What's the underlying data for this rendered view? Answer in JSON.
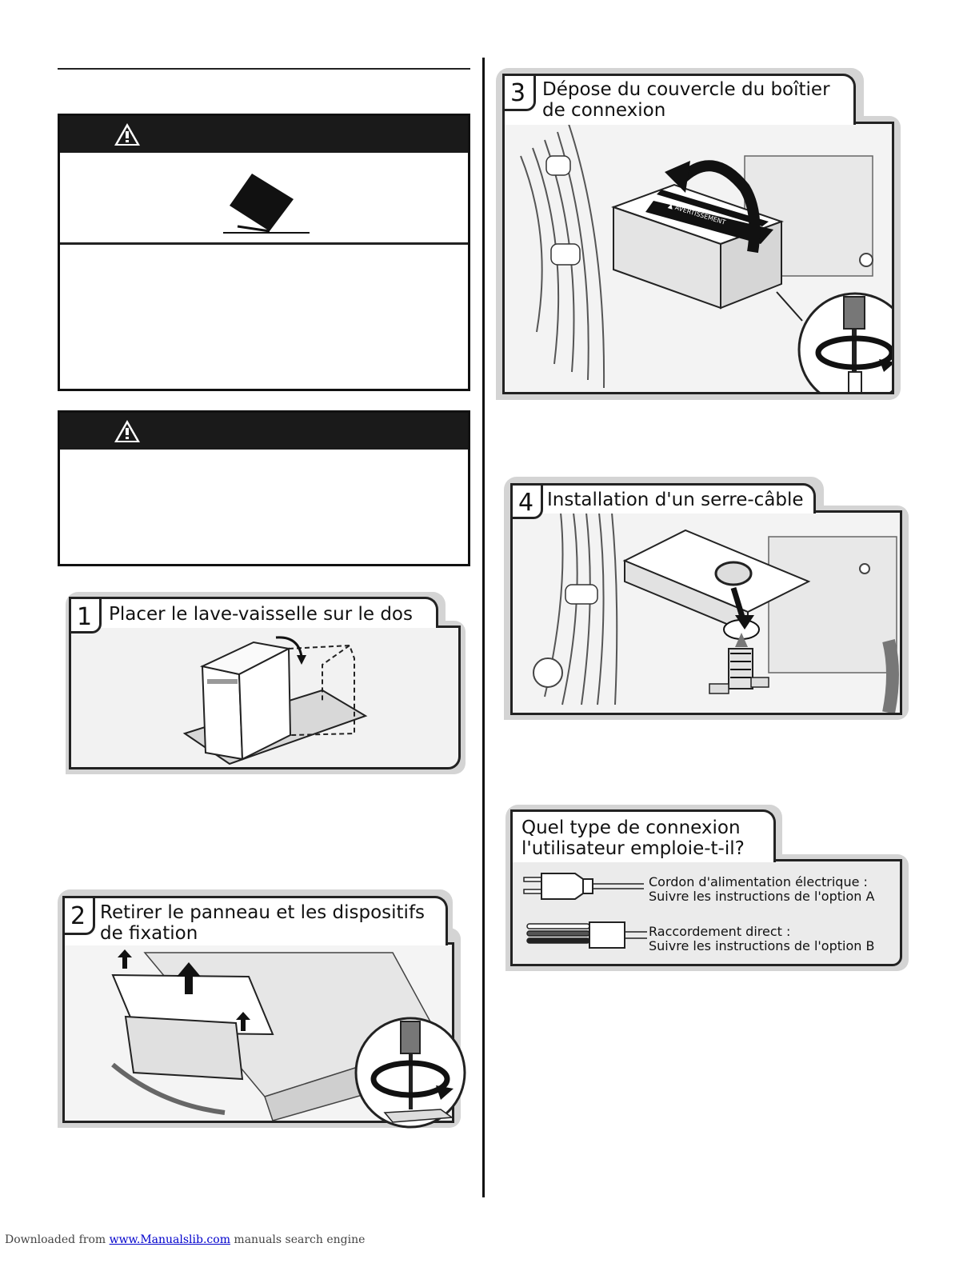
{
  "steps": [
    {
      "number": "1",
      "title": "Placer le lave-vaisselle sur le dos"
    },
    {
      "number": "2",
      "title_line1": "Retirer le panneau et les dispositifs",
      "title_line2": "de fixation"
    },
    {
      "number": "3",
      "title_line1": "Dépose du couvercle du boîtier",
      "title_line2": "de connexion"
    },
    {
      "number": "4",
      "title": "Installation d'un serre-câble"
    }
  ],
  "connection_question": {
    "line1": "Quel type de connexion",
    "line2": "l'utilisateur emploie-t-il?",
    "options": [
      {
        "line1": "Cordon d'alimentation électrique :",
        "line2": "Suivre les instructions de l'option A",
        "icon": "plug-icon"
      },
      {
        "line1": "Raccordement direct :",
        "line2": "Suivre les instructions de l'option B",
        "icon": "wire-icon"
      }
    ]
  },
  "box_label_text": "▲ AVERTISSEMENT",
  "footer": {
    "prefix": "Downloaded from ",
    "link_text": "www.Manualslib.com",
    "suffix": " manuals search engine"
  },
  "colors": {
    "ink": "#111111",
    "panel_bg": "#f2f2f2",
    "shadow": "#d4d4d4",
    "link": "#0000cc"
  }
}
